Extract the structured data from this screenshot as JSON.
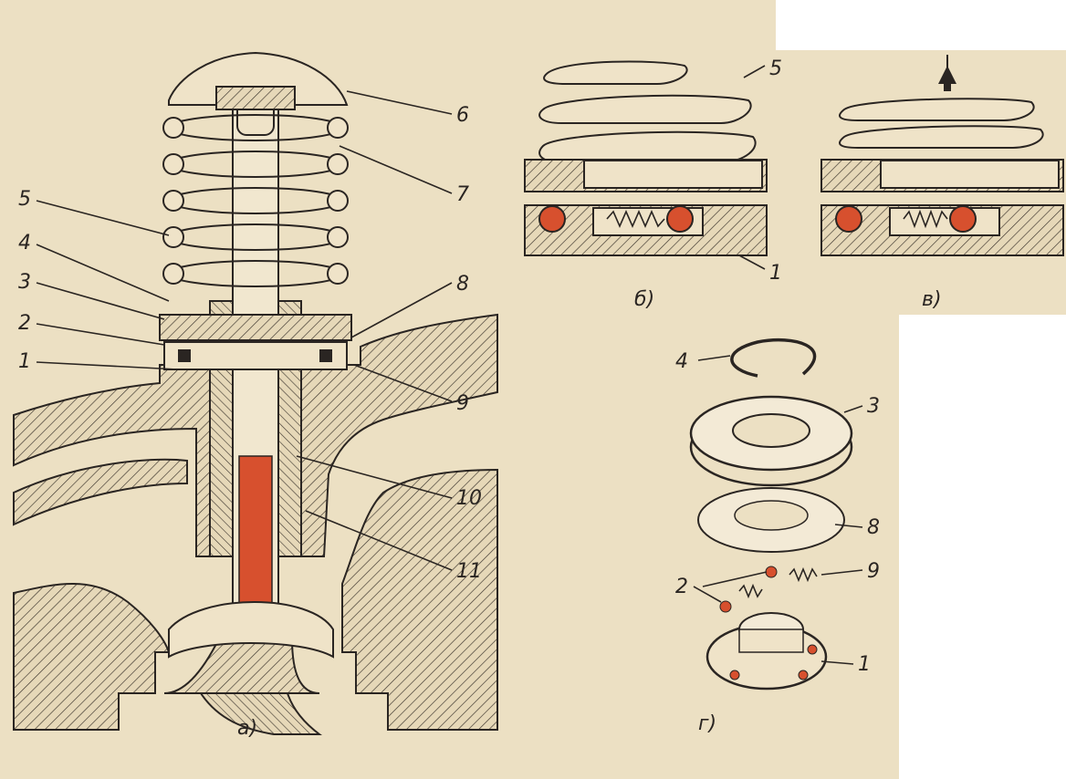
{
  "colors": {
    "paper": "#ece0c3",
    "ink": "#2a2522",
    "accent_red": "#d7502e",
    "background": "#ffffff"
  },
  "figure_a": {
    "caption": "а)",
    "labels": [
      "1",
      "2",
      "3",
      "4",
      "5",
      "6",
      "7",
      "8",
      "9",
      "10",
      "11"
    ]
  },
  "figure_b": {
    "caption": "б)",
    "labels": [
      "5",
      "1"
    ]
  },
  "figure_v": {
    "caption": "в)"
  },
  "figure_g": {
    "caption": "г)",
    "labels": [
      "4",
      "3",
      "8",
      "2",
      "9",
      "1"
    ]
  }
}
